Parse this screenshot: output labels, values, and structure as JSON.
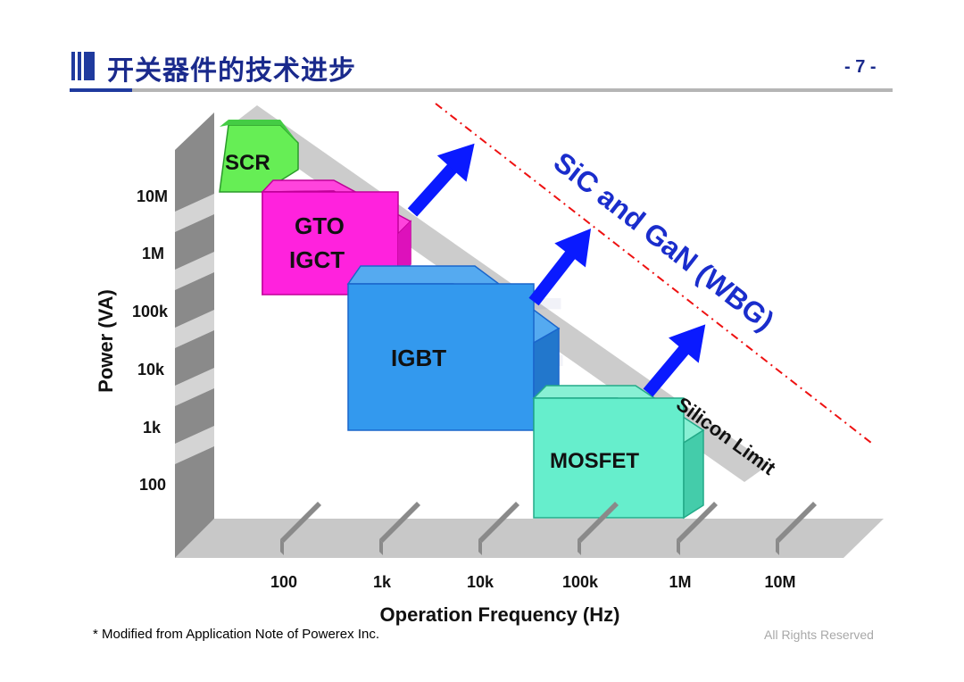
{
  "slide": {
    "title": "开关器件的技术进步",
    "page_number": "- 7 -",
    "footnote": "* Modified from Application Note of Powerex Inc.",
    "copyright": "All Rights Reserved"
  },
  "diagram": {
    "y_axis_label": "Power (VA)",
    "x_axis_label": "Operation Frequency (Hz)",
    "y_ticks": [
      "10M",
      "1M",
      "100k",
      "10k",
      "1k",
      "100"
    ],
    "x_ticks": [
      "100",
      "1k",
      "10k",
      "100k",
      "1M",
      "10M"
    ],
    "devices": [
      {
        "label": "SCR",
        "color": "#66ee55"
      },
      {
        "label": "GTO",
        "color": "#ff22dd"
      },
      {
        "label": "IGCT",
        "color": "#ff22dd"
      },
      {
        "label": "IGBT",
        "color": "#3399ee"
      },
      {
        "label": "MOSFET",
        "color": "#66eecc"
      }
    ],
    "silicon_limit_label": "Silicon Limit",
    "wbg_label": "SiC and GaN (WBG)",
    "colors": {
      "arrow": "#0a1aff",
      "wbg_text": "#1a2dcc",
      "wbg_line": "#ee1111",
      "axis_wall": "#8a8a8a",
      "axis_floor": "#c8c8c8"
    }
  }
}
